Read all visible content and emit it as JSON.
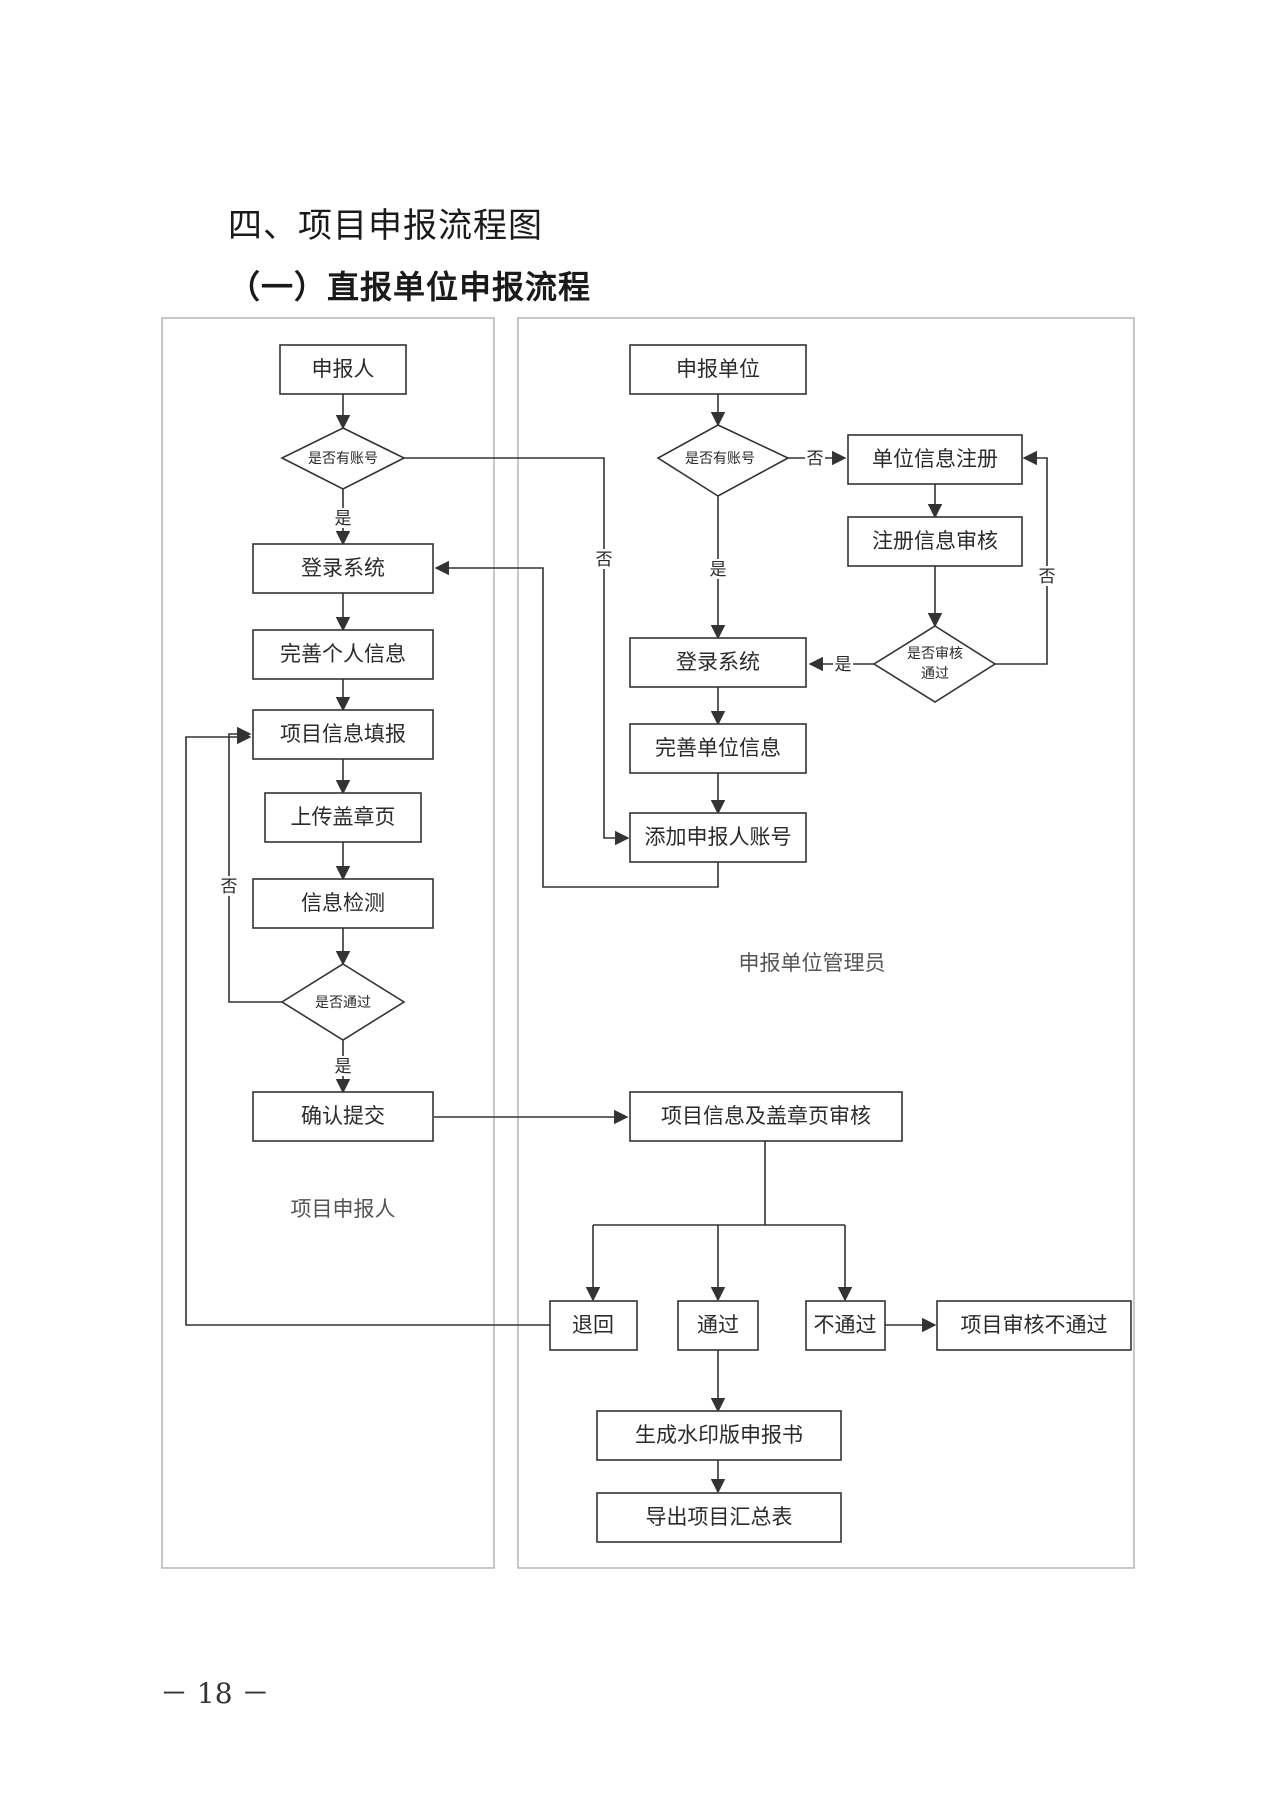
{
  "page": {
    "title": "四、项目申报流程图",
    "subtitle": "（一）直报单位申报流程",
    "page_number": "－ 18 －"
  },
  "lanes": {
    "left_label": "项目申报人",
    "right_label": "申报单位管理员"
  },
  "nodes": {
    "applicant": "申报人",
    "has_account_left": "是否有账号",
    "login_left": "登录系统",
    "personal_info": "完善个人信息",
    "project_fill": "项目信息填报",
    "upload_stamp": "上传盖章页",
    "info_check": "信息检测",
    "passed_check": "是否通过",
    "confirm_submit": "确认提交",
    "unit": "申报单位",
    "has_account_right": "是否有账号",
    "unit_register": "单位信息注册",
    "register_review": "注册信息审核",
    "review_passed_1": "是否审核",
    "review_passed_2": "通过",
    "login_right": "登录系统",
    "unit_info": "完善单位信息",
    "add_account": "添加申报人账号",
    "project_review": "项目信息及盖章页审核",
    "returned": "退回",
    "pass": "通过",
    "fail": "不通过",
    "review_failed": "项目审核不通过",
    "watermark_doc": "生成水印版申报书",
    "export_summary": "导出项目汇总表"
  },
  "edge_labels": {
    "yes": "是",
    "no": "否"
  }
}
